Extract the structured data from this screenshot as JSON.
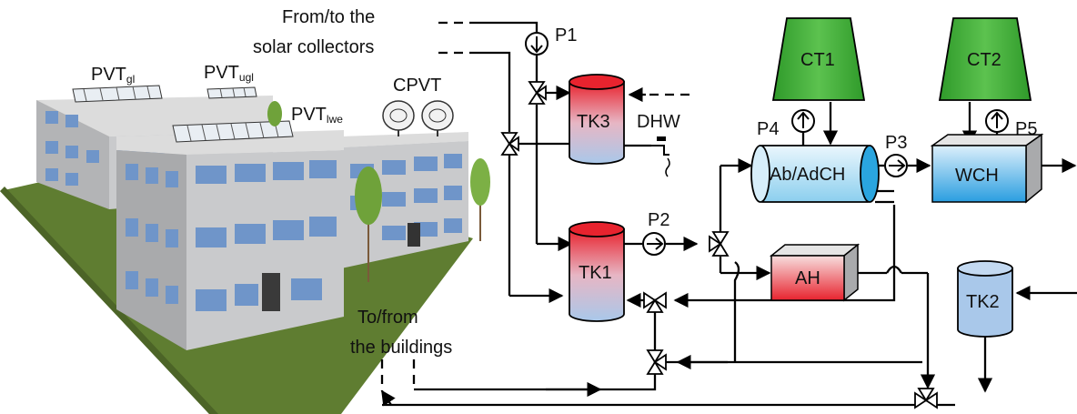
{
  "labels": {
    "from_to_collectors_line1": "From/to the",
    "from_to_collectors_line2": "solar collectors",
    "to_from_buildings_line1": "To/from",
    "to_from_buildings_line2": "the buildings",
    "dhw": "DHW"
  },
  "pv_labels": {
    "pvt_gl_main": "PVT",
    "pvt_gl_sub": "gl",
    "pvt_ugl_main": "PVT",
    "pvt_ugl_sub": "ugl",
    "pvt_lwe_main": "PVT",
    "pvt_lwe_sub": "lwe",
    "cpvt": "CPVT"
  },
  "pumps": {
    "p1": "P1",
    "p2": "P2",
    "p3": "P3",
    "p4": "P4",
    "p5": "P5"
  },
  "tanks": {
    "tk1": "TK1",
    "tk2": "TK2",
    "tk3": "TK3"
  },
  "equipment": {
    "ct1": "CT1",
    "ct2": "CT2",
    "absorption_chiller": "Ab/AdCH",
    "water_chiller": "WCH",
    "auxiliary_heater": "AH"
  },
  "colors": {
    "cooling_tower": "#3fae35",
    "hot_top": "#e8232e",
    "cold_bottom": "#a9c8ea",
    "chiller_blue": "#2aa5df",
    "ground": "#5f7d31",
    "building_wall": "#c9cacc",
    "window": "#6f95c9"
  }
}
